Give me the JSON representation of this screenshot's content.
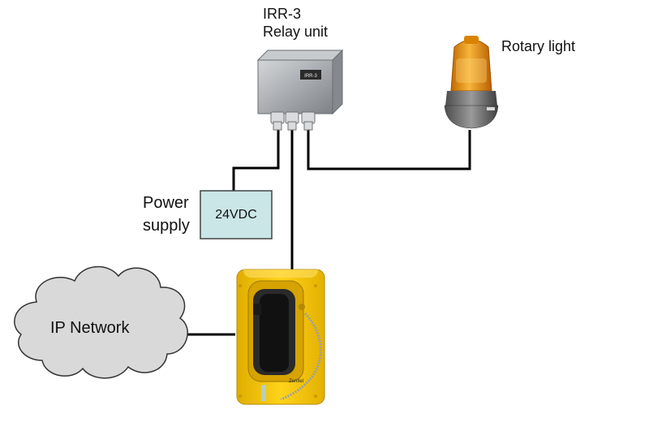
{
  "relay_unit": {
    "name": "IRR-3",
    "description": "Relay unit",
    "front_label": "IRR-3"
  },
  "rotary_light": {
    "label": "Rotary light"
  },
  "power_supply": {
    "label_line1": "Power",
    "label_line2": "supply",
    "voltage": "24VDC"
  },
  "network": {
    "label": "IP Network"
  },
  "telephone": {
    "brand": "Zenitel"
  },
  "colors": {
    "wire": "#000000",
    "relay_box": "#a9adb1",
    "power_box_fill": "#cbe6e6",
    "power_box_stroke": "#444444",
    "cloud_fill": "#d9d9d9",
    "cloud_stroke": "#333333",
    "phone_yellow": "#f5c400",
    "beacon_amber": "#e9940f",
    "beacon_base": "#6f6f6f"
  }
}
